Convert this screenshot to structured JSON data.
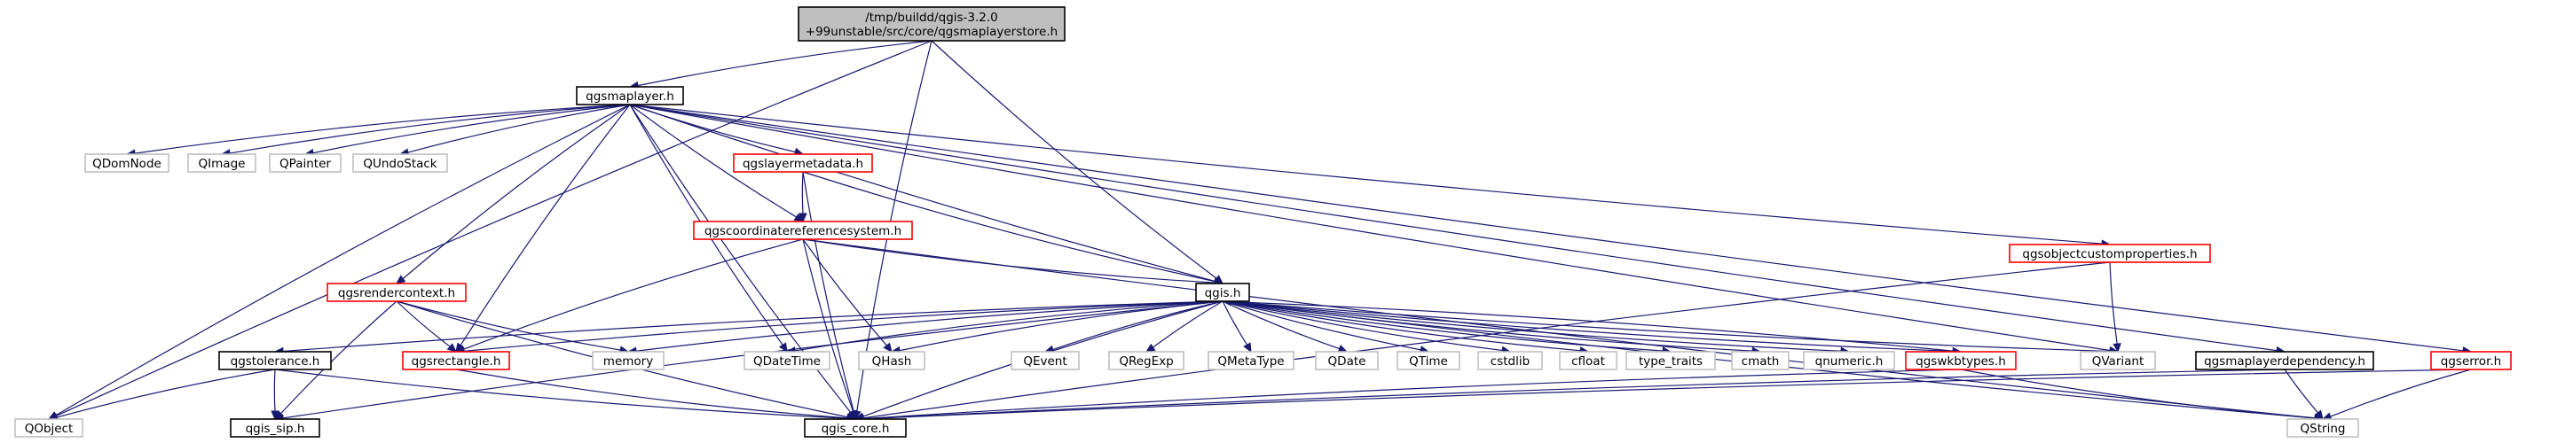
{
  "diagram": {
    "colors": {
      "edge": "#191970",
      "root_fill": "#bfbfbf",
      "root_border": "#000000",
      "documented_border": "#000000",
      "error_border": "#ff0000",
      "undocumented_border": "#bfbfbf",
      "node_fill": "#ffffff"
    },
    "nodes": [
      {
        "id": "root",
        "lines": [
          "/tmp/buildd/qgis-3.2.0",
          "+99unstable/src/core/qgsmaplayerstore.h"
        ],
        "kind": "root"
      },
      {
        "id": "qgsmaplayer",
        "lines": [
          "qgsmaplayer.h"
        ],
        "kind": "documented"
      },
      {
        "id": "QObject",
        "lines": [
          "QObject"
        ],
        "kind": "undocumented"
      },
      {
        "id": "QDomNode",
        "lines": [
          "QDomNode"
        ],
        "kind": "undocumented"
      },
      {
        "id": "QImage",
        "lines": [
          "QImage"
        ],
        "kind": "undocumented"
      },
      {
        "id": "QPainter",
        "lines": [
          "QPainter"
        ],
        "kind": "undocumented"
      },
      {
        "id": "QUndoStack",
        "lines": [
          "QUndoStack"
        ],
        "kind": "undocumented"
      },
      {
        "id": "qgslayermetadata",
        "lines": [
          "qgslayermetadata.h"
        ],
        "kind": "error"
      },
      {
        "id": "qgscrs",
        "lines": [
          "qgscoordinatereferencesystem.h"
        ],
        "kind": "error"
      },
      {
        "id": "qgsrendercontext",
        "lines": [
          "qgsrendercontext.h"
        ],
        "kind": "error"
      },
      {
        "id": "qgis",
        "lines": [
          "qgis.h"
        ],
        "kind": "documented"
      },
      {
        "id": "qgsobjectcustomproperties",
        "lines": [
          "qgsobjectcustomproperties.h"
        ],
        "kind": "error"
      },
      {
        "id": "qgstolerance",
        "lines": [
          "qgstolerance.h"
        ],
        "kind": "documented"
      },
      {
        "id": "qgsrectangle",
        "lines": [
          "qgsrectangle.h"
        ],
        "kind": "error"
      },
      {
        "id": "memory",
        "lines": [
          "memory"
        ],
        "kind": "undocumented"
      },
      {
        "id": "QDateTime",
        "lines": [
          "QDateTime"
        ],
        "kind": "undocumented"
      },
      {
        "id": "QHash",
        "lines": [
          "QHash"
        ],
        "kind": "undocumented"
      },
      {
        "id": "QEvent",
        "lines": [
          "QEvent"
        ],
        "kind": "undocumented"
      },
      {
        "id": "QRegExp",
        "lines": [
          "QRegExp"
        ],
        "kind": "undocumented"
      },
      {
        "id": "QMetaType",
        "lines": [
          "QMetaType"
        ],
        "kind": "undocumented"
      },
      {
        "id": "QDate",
        "lines": [
          "QDate"
        ],
        "kind": "undocumented"
      },
      {
        "id": "QTime",
        "lines": [
          "QTime"
        ],
        "kind": "undocumented"
      },
      {
        "id": "cstdlib",
        "lines": [
          "cstdlib"
        ],
        "kind": "undocumented"
      },
      {
        "id": "cfloat",
        "lines": [
          "cfloat"
        ],
        "kind": "undocumented"
      },
      {
        "id": "type_traits",
        "lines": [
          "type_traits"
        ],
        "kind": "undocumented"
      },
      {
        "id": "cmath",
        "lines": [
          "cmath"
        ],
        "kind": "undocumented"
      },
      {
        "id": "qnumeric",
        "lines": [
          "qnumeric.h"
        ],
        "kind": "undocumented"
      },
      {
        "id": "qgswkbtypes",
        "lines": [
          "qgswkbtypes.h"
        ],
        "kind": "error"
      },
      {
        "id": "QVariant",
        "lines": [
          "QVariant"
        ],
        "kind": "undocumented"
      },
      {
        "id": "qgsmaplayerdependency",
        "lines": [
          "qgsmaplayerdependency.h"
        ],
        "kind": "documented"
      },
      {
        "id": "qgserror",
        "lines": [
          "qgserror.h"
        ],
        "kind": "error"
      },
      {
        "id": "qgis_sip",
        "lines": [
          "qgis_sip.h"
        ],
        "kind": "documented"
      },
      {
        "id": "qgis_core",
        "lines": [
          "qgis_core.h"
        ],
        "kind": "documented"
      },
      {
        "id": "QString",
        "lines": [
          "QString"
        ],
        "kind": "undocumented"
      }
    ],
    "edges": [
      [
        "root",
        "qgsmaplayer"
      ],
      [
        "root",
        "QObject"
      ],
      [
        "root",
        "qgis"
      ],
      [
        "root",
        "qgis_core"
      ],
      [
        "qgsmaplayer",
        "QObject"
      ],
      [
        "qgsmaplayer",
        "QDomNode"
      ],
      [
        "qgsmaplayer",
        "QImage"
      ],
      [
        "qgsmaplayer",
        "QPainter"
      ],
      [
        "qgsmaplayer",
        "QUndoStack"
      ],
      [
        "qgsmaplayer",
        "qgslayermetadata"
      ],
      [
        "qgsmaplayer",
        "qgscrs"
      ],
      [
        "qgsmaplayer",
        "qgsrendercontext"
      ],
      [
        "qgsmaplayer",
        "qgis"
      ],
      [
        "qgsmaplayer",
        "qgsobjectcustomproperties"
      ],
      [
        "qgsmaplayer",
        "qgsrectangle"
      ],
      [
        "qgsmaplayer",
        "QDateTime"
      ],
      [
        "qgsmaplayer",
        "QVariant"
      ],
      [
        "qgsmaplayer",
        "qgsmaplayerdependency"
      ],
      [
        "qgsmaplayer",
        "qgserror"
      ],
      [
        "qgsmaplayer",
        "qgis_core"
      ],
      [
        "qgslayermetadata",
        "qgscrs"
      ],
      [
        "qgslayermetadata",
        "qgis"
      ],
      [
        "qgslayermetadata",
        "qgis_core"
      ],
      [
        "qgscrs",
        "qgis"
      ],
      [
        "qgscrs",
        "qgsrectangle"
      ],
      [
        "qgscrs",
        "QHash"
      ],
      [
        "qgscrs",
        "qgis_core"
      ],
      [
        "qgscrs",
        "QString"
      ],
      [
        "qgsrendercontext",
        "qgsrectangle"
      ],
      [
        "qgsrendercontext",
        "memory"
      ],
      [
        "qgsrendercontext",
        "qgis_core"
      ],
      [
        "qgsrendercontext",
        "qgis_sip"
      ],
      [
        "qgis",
        "qgstolerance"
      ],
      [
        "qgis",
        "qgsrectangle"
      ],
      [
        "qgis",
        "memory"
      ],
      [
        "qgis",
        "QDateTime"
      ],
      [
        "qgis",
        "QHash"
      ],
      [
        "qgis",
        "QEvent"
      ],
      [
        "qgis",
        "QRegExp"
      ],
      [
        "qgis",
        "QMetaType"
      ],
      [
        "qgis",
        "QDate"
      ],
      [
        "qgis",
        "QTime"
      ],
      [
        "qgis",
        "cstdlib"
      ],
      [
        "qgis",
        "cfloat"
      ],
      [
        "qgis",
        "type_traits"
      ],
      [
        "qgis",
        "cmath"
      ],
      [
        "qgis",
        "qnumeric"
      ],
      [
        "qgis",
        "qgswkbtypes"
      ],
      [
        "qgis",
        "QVariant"
      ],
      [
        "qgis",
        "qgis_core"
      ],
      [
        "qgis",
        "qgis_sip"
      ],
      [
        "qgis",
        "QString"
      ],
      [
        "qgswkbtypes",
        "qgis"
      ],
      [
        "qgswkbtypes",
        "qgis_core"
      ],
      [
        "qgswkbtypes",
        "QString"
      ],
      [
        "qgsobjectcustomproperties",
        "QVariant"
      ],
      [
        "qgsobjectcustomproperties",
        "qgis_core"
      ],
      [
        "qgstolerance",
        "QObject"
      ],
      [
        "qgstolerance",
        "qgis_sip"
      ],
      [
        "qgstolerance",
        "qgis_core"
      ],
      [
        "qgsrectangle",
        "qgis_core"
      ],
      [
        "qgsmaplayerdependency",
        "qgis_core"
      ],
      [
        "qgsmaplayerdependency",
        "QString"
      ],
      [
        "qgserror",
        "qgis_core"
      ],
      [
        "qgserror",
        "QString"
      ]
    ]
  }
}
